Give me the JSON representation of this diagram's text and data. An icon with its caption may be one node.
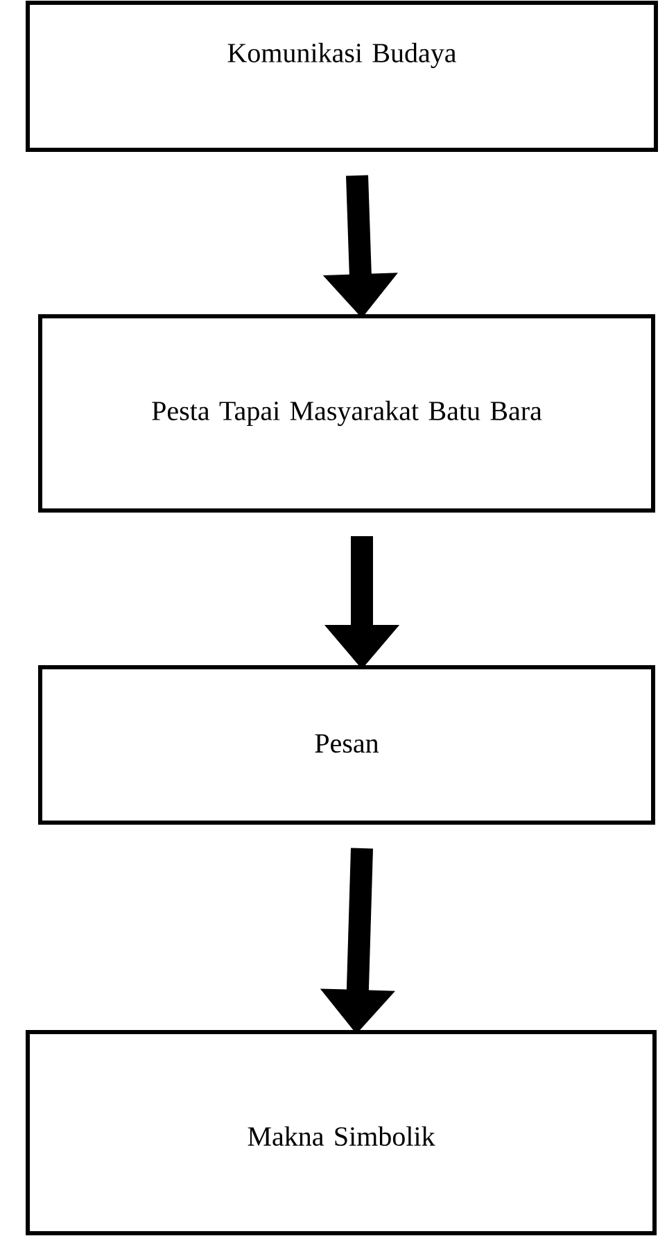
{
  "diagram": {
    "nodes": [
      {
        "text": [
          "Komunikasi Budaya"
        ]
      },
      {
        "text": [
          "Pesta Tapai Masyarakat Batu Bara"
        ]
      },
      {
        "text": [
          "Pesan"
        ]
      },
      {
        "text": [
          "Makna Simbolik"
        ]
      }
    ],
    "edges": [
      {
        "from": 0,
        "to": 1,
        "arrow": "to"
      },
      {
        "from": 1,
        "to": 2,
        "arrow": "to"
      },
      {
        "from": 2,
        "to": 3,
        "arrow": "to"
      }
    ]
  }
}
